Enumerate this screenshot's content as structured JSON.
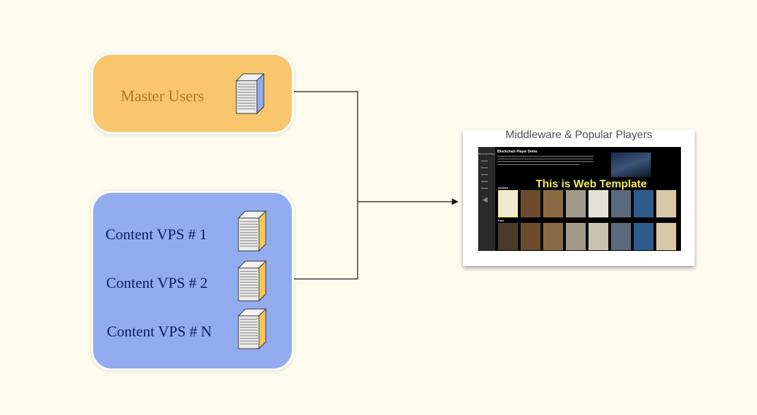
{
  "master": {
    "label": "Master Users"
  },
  "vps": {
    "items": [
      "Content VPS # 1",
      "Content VPS # 2",
      "Content VPS # N"
    ]
  },
  "output": {
    "title": "Middleware & Popular Players",
    "screen": {
      "app_name": "Blockchain Player",
      "heading": "Blockchain Player Demo",
      "overlay": "This is Web Template",
      "rows": [
        "Actions",
        "Kids"
      ]
    }
  },
  "colors": {
    "background": "#fdfbee",
    "master_fill": "#f7c66d",
    "master_text": "#b7771b",
    "vps_fill": "#93acef",
    "vps_text": "#0f1a5e",
    "overlay_text": "#f4ee52"
  }
}
